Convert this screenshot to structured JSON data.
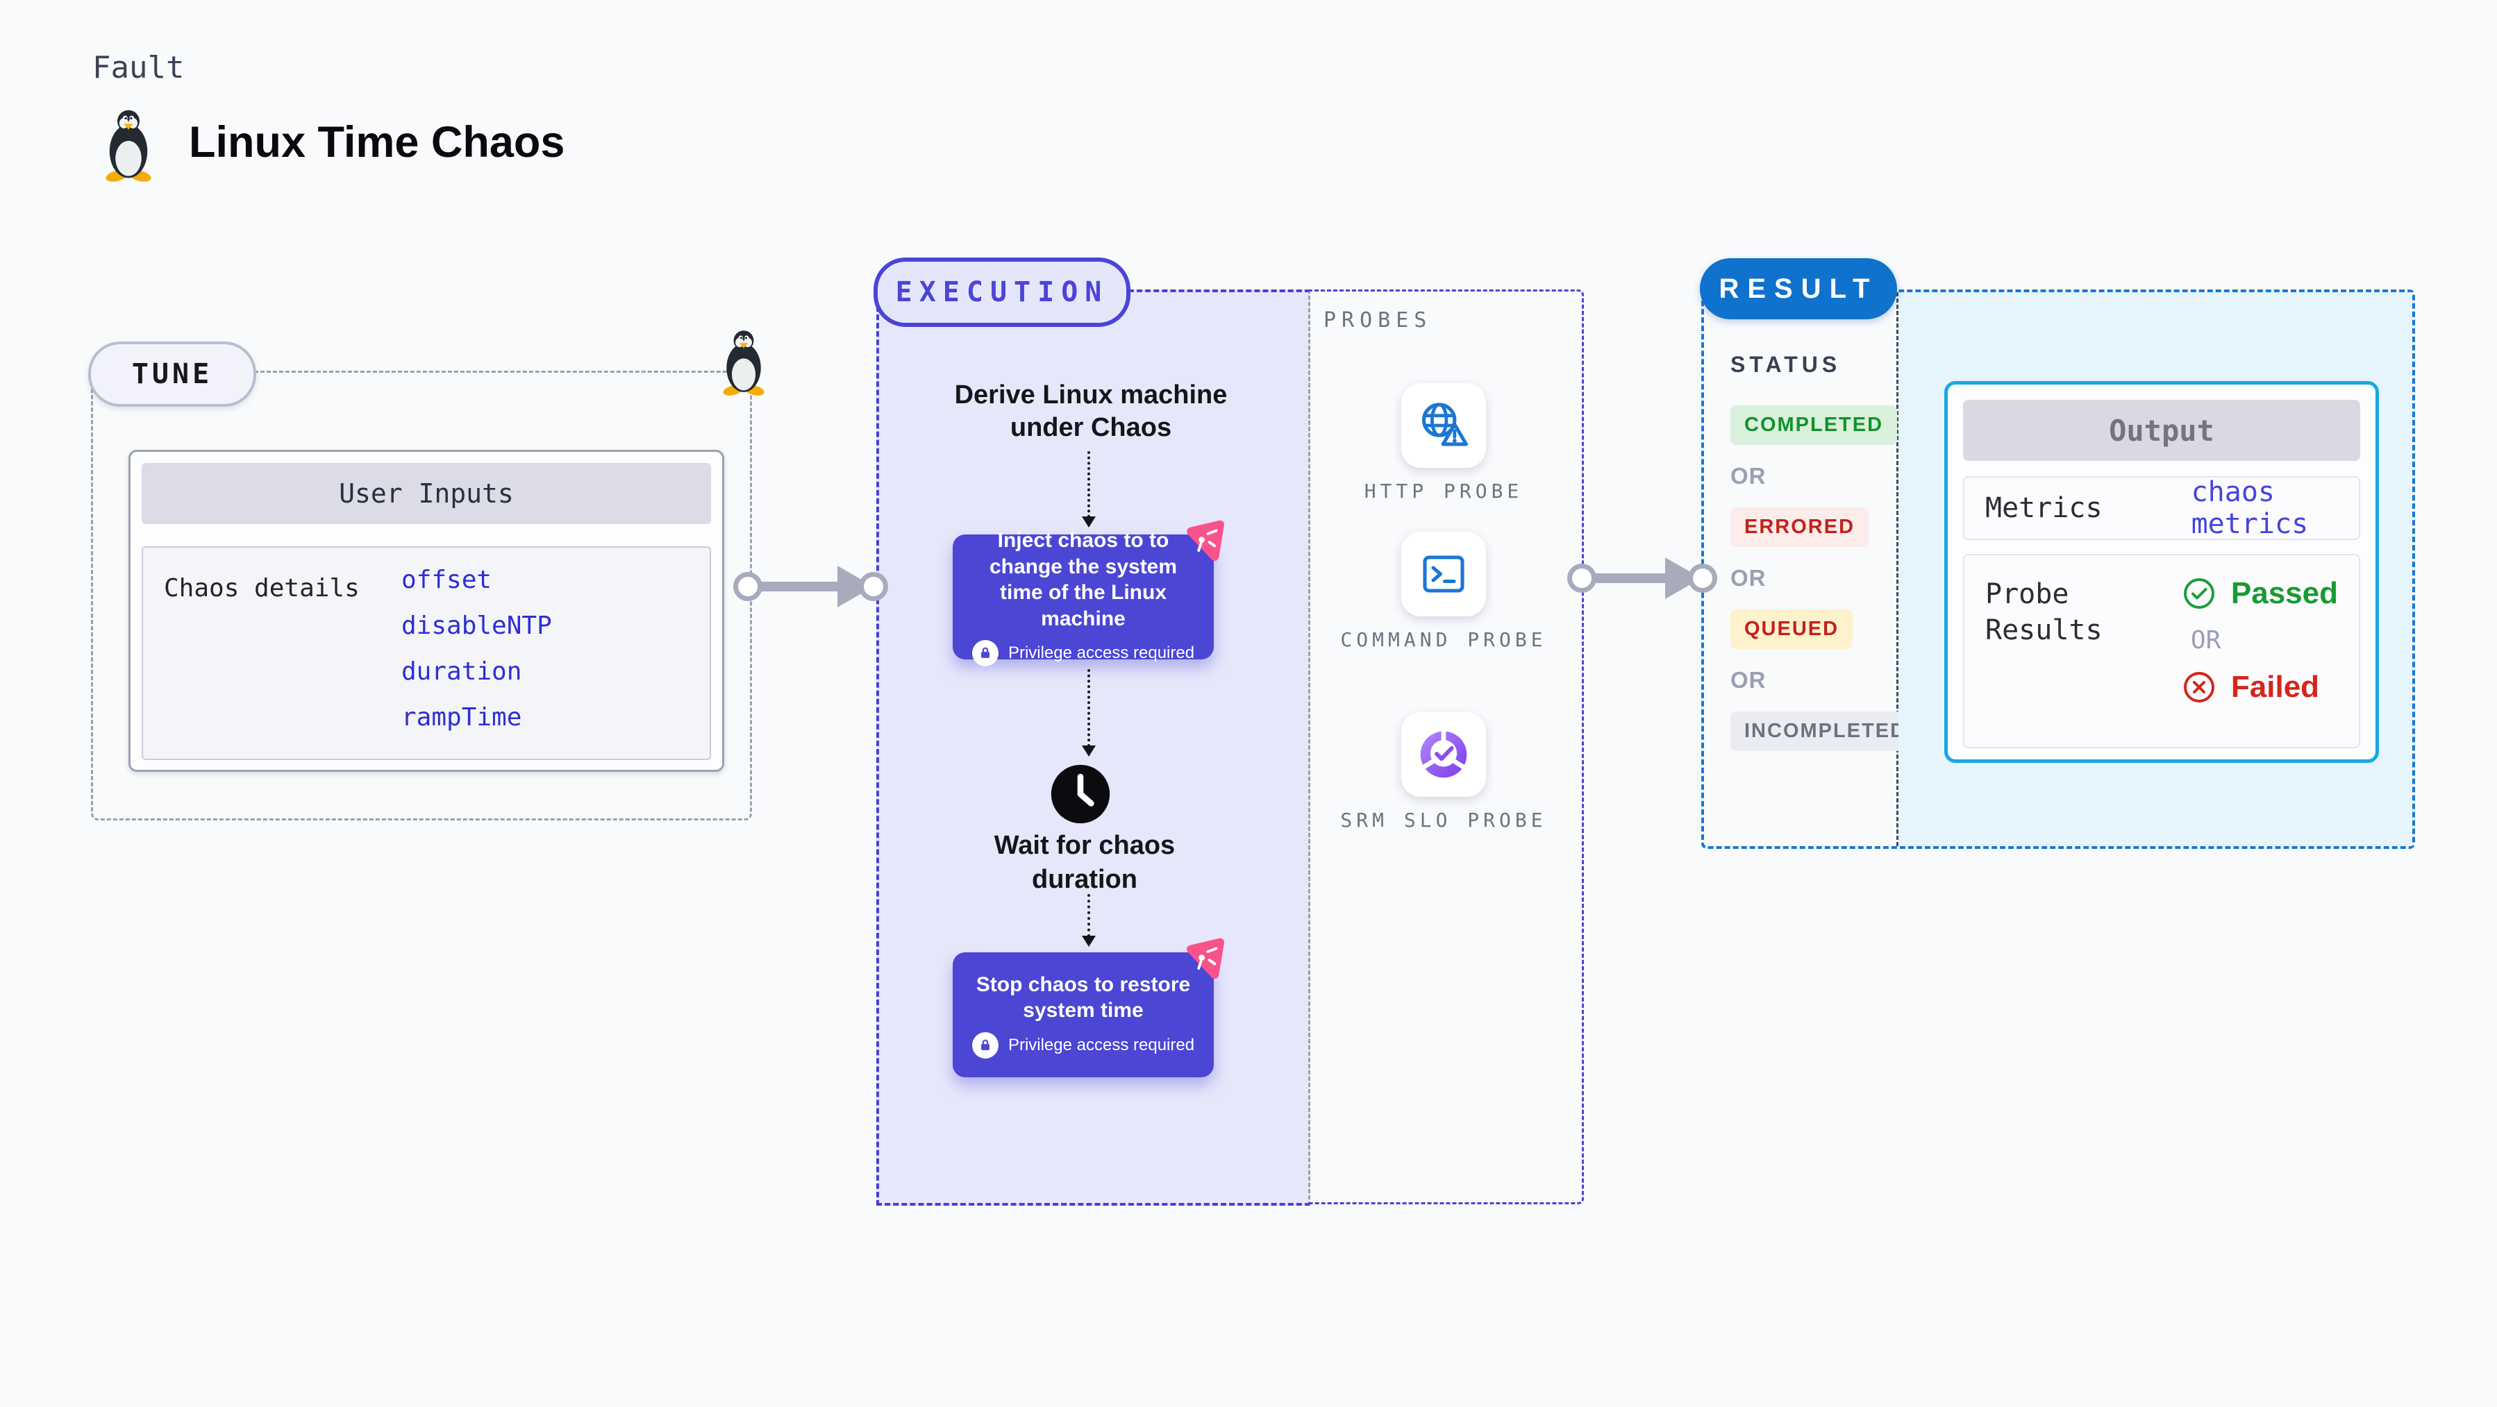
{
  "header": {
    "eyebrow": "Fault",
    "title": "Linux Time Chaos"
  },
  "tune": {
    "badge": "TUNE",
    "card_title": "User Inputs",
    "row_label": "Chaos details",
    "inputs": [
      "offset",
      "disableNTP",
      "duration",
      "rampTime"
    ]
  },
  "execution": {
    "badge": "EXECUTION",
    "derive_text": "Derive Linux machine under Chaos",
    "inject_text": "Inject chaos to to change the system time of the Linux machine",
    "privilege_text": "Privilege access required",
    "wait_text": "Wait for chaos duration",
    "stop_text": "Stop chaos to restore system time"
  },
  "probes": {
    "label": "PROBES",
    "items": [
      {
        "label": "HTTP PROBE",
        "icon": "globe-alert-icon"
      },
      {
        "label": "COMMAND PROBE",
        "icon": "terminal-icon"
      },
      {
        "label": "SRM SLO PROBE",
        "icon": "slo-donut-icon"
      }
    ]
  },
  "result": {
    "badge": "RESULT",
    "status_label": "STATUS",
    "or_label": "OR",
    "statuses": [
      {
        "label": "COMPLETED",
        "bg": "#d9f1dc",
        "color": "#13922b"
      },
      {
        "label": "ERRORED",
        "bg": "#fcecea",
        "color": "#c4201c"
      },
      {
        "label": "QUEUED",
        "bg": "#fdf2cb",
        "color": "#c4201c"
      },
      {
        "label": "INCOMPLETED",
        "bg": "#ebecf2",
        "color": "#6d717f"
      }
    ],
    "output": {
      "title": "Output",
      "metrics_label": "Metrics",
      "metrics_value": "chaos metrics",
      "probe_results_label": "Probe Results",
      "passed_label": "Passed",
      "failed_label": "Failed",
      "passed_color": "#189a33",
      "failed_color": "#d5261b"
    }
  },
  "colors": {
    "page_bg": "#f8fafc",
    "indigo_accent": "#4b44d8",
    "indigo_card": "#4b46d3",
    "purple_panel": "#e7e7fb",
    "result_blue": "#0f72cd",
    "result_panel": "#e6f4fb",
    "cyan_border": "#17a8e2",
    "link_blue": "#2e2ed4",
    "pink_badge": "#f8538b",
    "arrow_grey": "#a7abbc"
  }
}
